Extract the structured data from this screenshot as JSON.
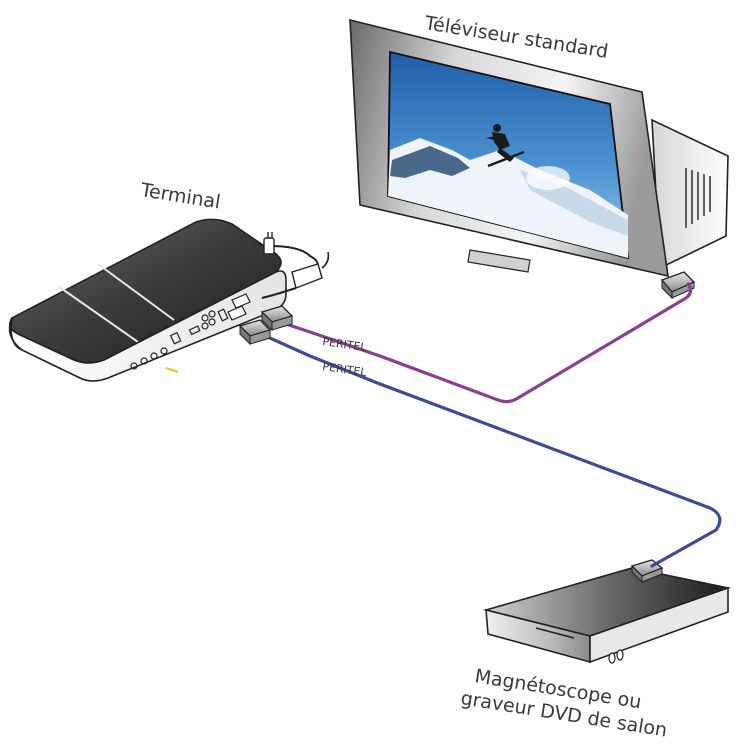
{
  "labels": {
    "tv": "Téléviseur standard",
    "terminal": "Terminal",
    "recorder_line1": "Magnétoscope ou",
    "recorder_line2": "graveur DVD de salon",
    "cable_tv": "PERITEL",
    "cable_recorder": "PERITEL"
  },
  "colors": {
    "cable_tv": "#8b3d94",
    "cable_recorder": "#3b4b9c",
    "device_dark": "#3a3a3a",
    "device_light": "#f2f2f2",
    "outline": "#222222"
  }
}
